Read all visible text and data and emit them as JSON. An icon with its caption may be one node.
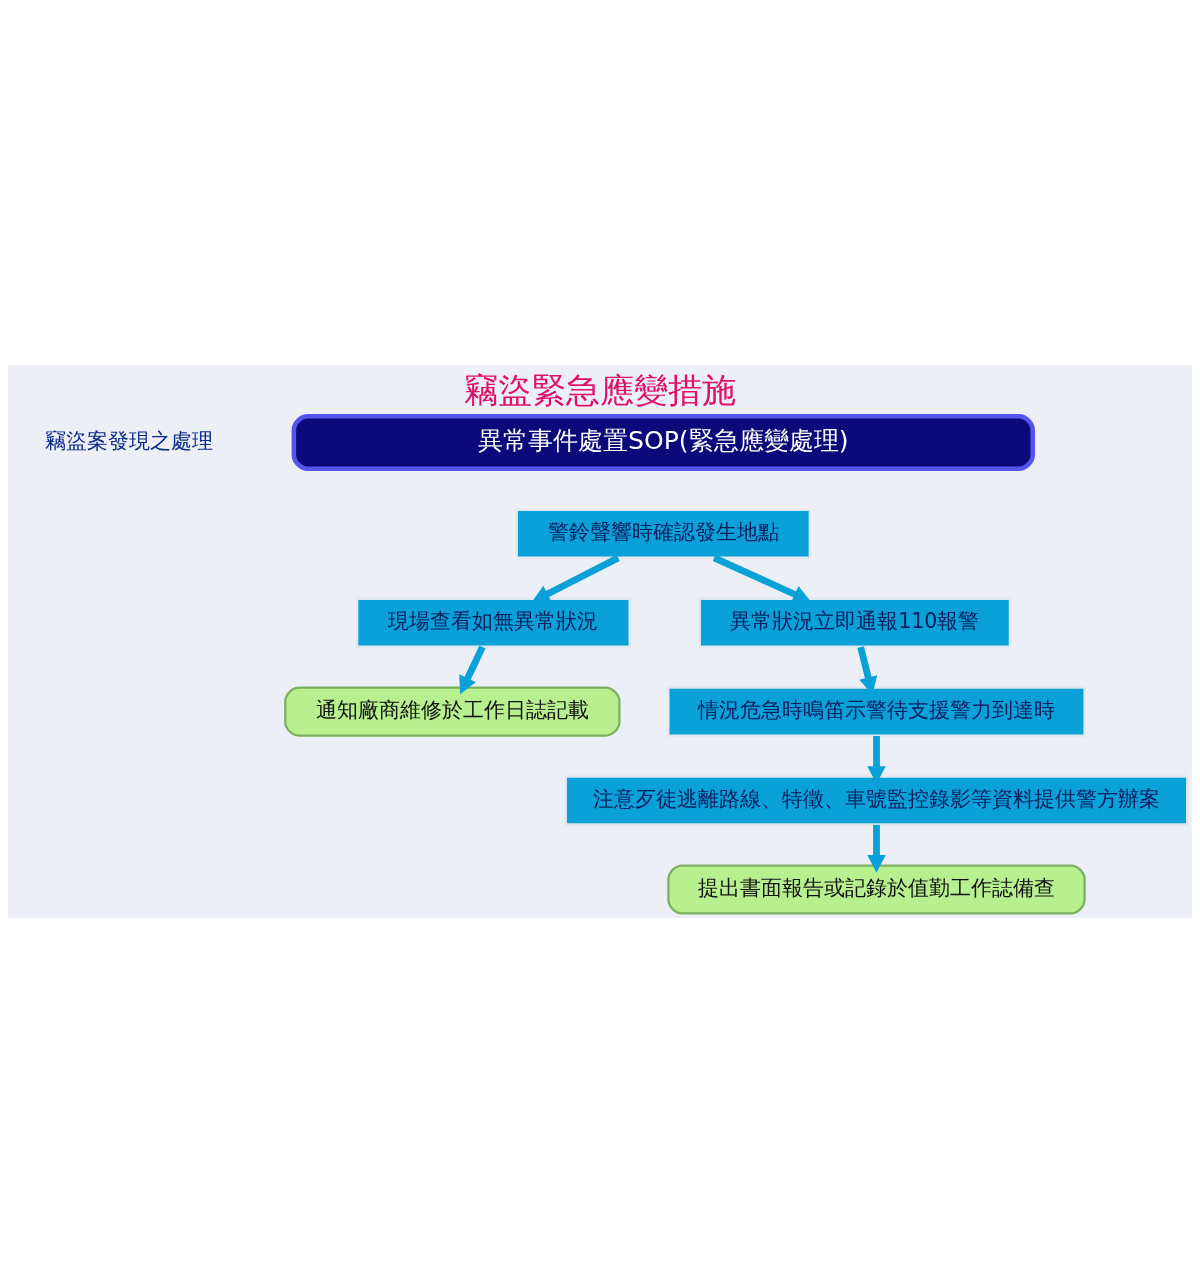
{
  "diagram": {
    "title": "竊盜緊急應變措施",
    "nodes": [
      {
        "text": [
          "異常事件處置SOP(緊急應變處理)"
        ]
      },
      {
        "text": [
          "警鈴聲響時確認發生地點"
        ]
      },
      {
        "text": [
          "現場查看如無異常狀況"
        ]
      },
      {
        "text": [
          "異常狀況立即通報110報警"
        ]
      },
      {
        "text": [
          "通知廠商維修於工作日誌記載"
        ]
      },
      {
        "text": [
          "情況危急時鳴笛示警待支援警力到達時"
        ]
      },
      {
        "text": [
          "注意歹徒逃離路線、特徵、車號監控錄影等資料提供警方辦案"
        ]
      },
      {
        "text": [
          "提出書面報告或記錄於值勤工作誌備查"
        ]
      }
    ],
    "edges": [
      {
        "from": 1,
        "to": 2,
        "arrow": "to"
      },
      {
        "from": 1,
        "to": 3,
        "arrow": "to"
      },
      {
        "from": 2,
        "to": 4,
        "arrow": "to"
      },
      {
        "from": 3,
        "to": 5,
        "arrow": "to"
      },
      {
        "from": 5,
        "to": 6,
        "arrow": "to"
      },
      {
        "from": 6,
        "to": 7,
        "arrow": "to"
      }
    ],
    "labels": [
      "竊盜案發現之處理"
    ]
  }
}
